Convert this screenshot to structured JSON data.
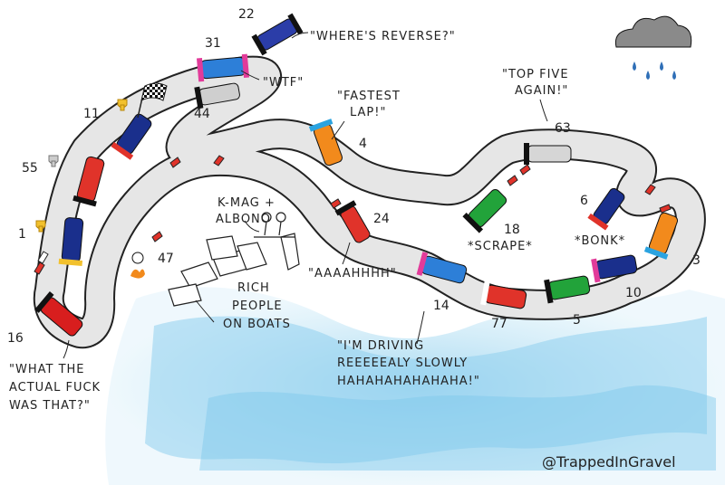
{
  "colors": {
    "paper": "#ffffff",
    "track_fill": "#e8e8e8",
    "track_edge": "#222222",
    "kerb_red": "#e0332a",
    "water_blue": "#7cc8ea",
    "cloud": "#8a8a8a",
    "rain": "#2f6fb7"
  },
  "icons": {
    "trophy": "trophy-icon",
    "checkered_flag": "checkered-flag-icon",
    "rain_cloud": "rain-cloud-icon",
    "fire": "fire-icon"
  },
  "cars": [
    {
      "number": "22"
    },
    {
      "number": "31"
    },
    {
      "number": "44"
    },
    {
      "number": "11"
    },
    {
      "number": "55"
    },
    {
      "number": "1"
    },
    {
      "number": "16"
    },
    {
      "number": "47"
    },
    {
      "number": "4"
    },
    {
      "number": "24"
    },
    {
      "number": "63"
    },
    {
      "number": "18"
    },
    {
      "number": "6"
    },
    {
      "number": "3"
    },
    {
      "number": "10"
    },
    {
      "number": "5"
    },
    {
      "number": "77"
    },
    {
      "number": "14"
    }
  ],
  "notes": {
    "wheres_reverse": "\"WHERE'S REVERSE?\"",
    "wtf": "\"WTF\"",
    "fastest_lap_1": "\"FASTEST",
    "fastest_lap_2": "LAP!\"",
    "top_five_1": "\"TOP FIVE",
    "top_five_2": "AGAIN!\"",
    "scrape": "*SCRAPE*",
    "bonk": "*BONK*",
    "kmag_1": "K-MAG +",
    "kmag_2": "ALBONO",
    "aaah": "\"AAAAHHHH\"",
    "rich_1": "RICH",
    "rich_2": "PEOPLE",
    "rich_3": "ON BOATS",
    "driving_1": "\"I'M DRIVING",
    "driving_2": "REEEEEALY SLOWLY",
    "driving_3": "HAHAHAHAHAHAHA!\"",
    "wtaf_1": "\"WHAT THE",
    "wtaf_2": "ACTUAL FUCK",
    "wtaf_3": "WAS THAT?\""
  },
  "signature": "@TrappedInGravel"
}
